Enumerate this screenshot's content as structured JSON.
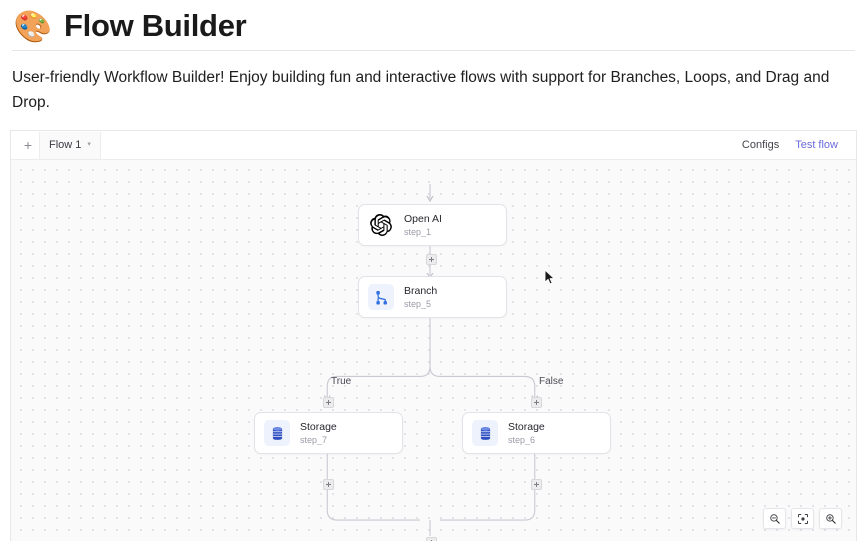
{
  "header": {
    "icon": "palette-icon",
    "icon_glyph": "🎨",
    "title": "Flow Builder"
  },
  "description": "User-friendly Workflow Builder! Enjoy building fun and interactive flows with support for Branches, Loops, and Drag and Drop.",
  "toolbar": {
    "add_tab_label": "+",
    "tabs": [
      {
        "label": "Flow 1",
        "chevron": "▾",
        "active": true
      }
    ],
    "configs_label": "Configs",
    "test_flow_label": "Test flow"
  },
  "canvas": {
    "nodes": [
      {
        "id": "step_1",
        "title": "Open AI",
        "subtitle": "step_1",
        "icon": "openai-logo-icon"
      },
      {
        "id": "step_5",
        "title": "Branch",
        "subtitle": "step_5",
        "icon": "branch-icon"
      },
      {
        "id": "step_7",
        "title": "Storage",
        "subtitle": "step_7",
        "icon": "database-icon"
      },
      {
        "id": "step_6",
        "title": "Storage",
        "subtitle": "step_6",
        "icon": "database-icon"
      }
    ],
    "branch_labels": [
      {
        "label": "True"
      },
      {
        "label": "False"
      }
    ],
    "add_buttons_count": 6
  },
  "zoom_controls": [
    {
      "name": "zoom-out-button",
      "icon": "magnifier-minus-icon"
    },
    {
      "name": "fit-view-button",
      "icon": "fit-screen-icon"
    },
    {
      "name": "zoom-in-button",
      "icon": "magnifier-plus-icon"
    }
  ],
  "colors": {
    "accent_link": "#6b6bdd",
    "node_icon_blue": "#2f6fe0",
    "canvas_bg": "#fafafb",
    "edge_stroke": "#c9c9d2"
  }
}
